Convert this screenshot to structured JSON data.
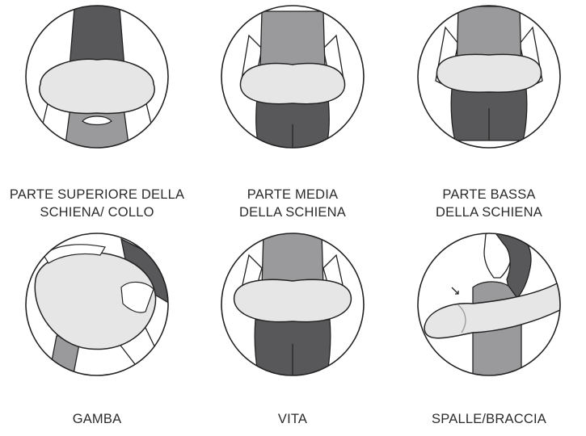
{
  "colors": {
    "dark": "#58585a",
    "medium": "#9a9a9c",
    "light": "#dcdcdc",
    "pillow": "#e6e6e6",
    "outline": "#222222"
  },
  "panels": [
    {
      "key": "upper",
      "caption": [
        "PARTE SUPERIORE DELLA",
        "SCHIENA/ COLLO"
      ]
    },
    {
      "key": "middle",
      "caption": [
        "PARTE MEDIA",
        "DELLA SCHIENA"
      ]
    },
    {
      "key": "lower",
      "caption": [
        "PARTE BASSA",
        "DELLA SCHIENA"
      ]
    },
    {
      "key": "leg",
      "caption": [
        "GAMBA"
      ]
    },
    {
      "key": "waist",
      "caption": [
        "VITA"
      ]
    },
    {
      "key": "shoulders",
      "caption": [
        "SPALLE/BRACCIA"
      ]
    }
  ]
}
